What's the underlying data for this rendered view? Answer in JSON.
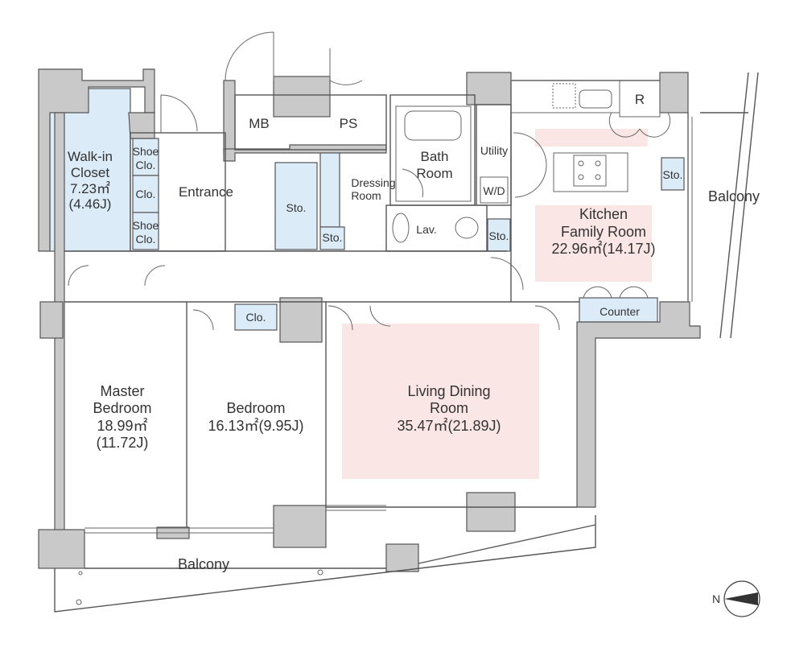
{
  "rooms": {
    "walkin": {
      "l1": "Walk-in",
      "l2": "Closet",
      "l3": "7.23㎡",
      "l4": "(4.46J)"
    },
    "shoe_clo_1": {
      "l1": "Shoe",
      "l2": "Clo."
    },
    "clo": "Clo.",
    "shoe_clo_2": {
      "l1": "Shoe",
      "l2": "Clo."
    },
    "entrance": "Entrance",
    "mb": "MB",
    "ps": "PS",
    "sto_hall": "Sto.",
    "dressing": {
      "l1": "Dressing",
      "l2": "Room"
    },
    "sto_dressing": "Sto.",
    "bath": {
      "l1": "Bath",
      "l2": "Room"
    },
    "utility": "Utility",
    "wd": "W/D",
    "lav": "Lav.",
    "sto_lav": "Sto.",
    "refrigerator": "R",
    "sto_kitchen": "Sto.",
    "kitchen": {
      "l1": "Kitchen",
      "l2": "Family Room",
      "l3": "22.96㎡(14.17J)"
    },
    "counter": "Counter",
    "balcony_east": "Balcony",
    "master": {
      "l1": "Master",
      "l2": "Bedroom",
      "l3": "18.99㎡",
      "l4": "(11.72J)"
    },
    "bedroom_clo": "Clo.",
    "bedroom": {
      "l1": "Bedroom",
      "l2": "16.13㎡(9.95J)"
    },
    "living": {
      "l1": "Living Dining",
      "l2": "Room",
      "l3": "35.47㎡(21.89J)"
    },
    "balcony_south": "Balcony"
  },
  "compass": {
    "label": "N"
  },
  "colors": {
    "wall": "#c9c9c9",
    "storage": "#dcebf8",
    "highlight": "#fbe6e6"
  }
}
